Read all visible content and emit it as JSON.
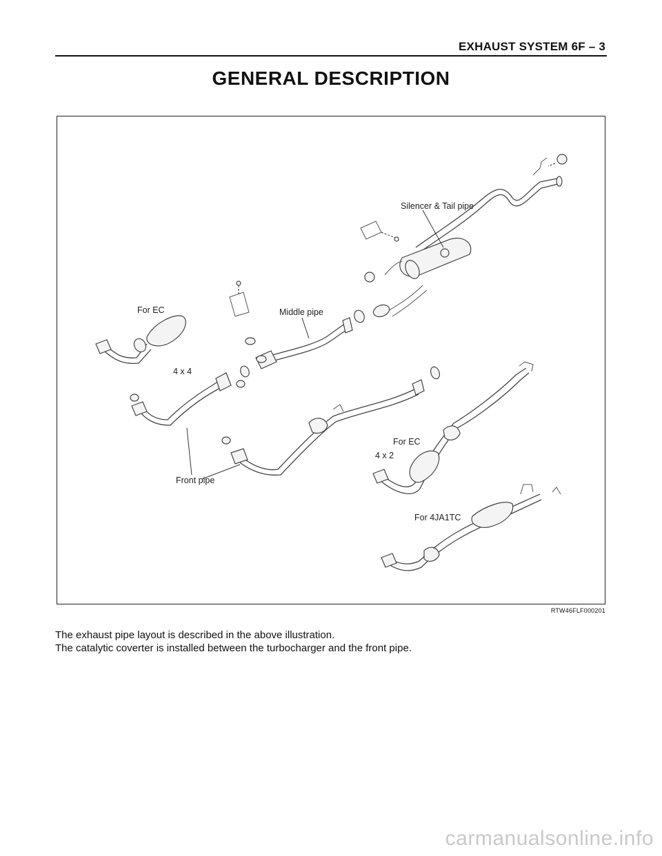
{
  "header": {
    "section": "EXHAUST SYSTEM   6F – 3"
  },
  "title": "GENERAL DESCRIPTION",
  "figure": {
    "labels": {
      "silencer": "Silencer & Tail pipe",
      "for_ec_top": "For EC",
      "middle_pipe": "Middle pipe",
      "four_by_four": "4 x 4",
      "for_ec_mid": "For EC",
      "four_by_two": "4 x 2",
      "front_pipe": "Front pipe",
      "for_4ja1tc": "For 4JA1TC"
    },
    "code": "RTW46FLF000201"
  },
  "body": {
    "line1": "The exhaust pipe layout is described in the above illustration.",
    "line2": "The catalytic coverter is installed between the turbocharger and the front pipe."
  },
  "watermark": "carmanualsonline.info"
}
